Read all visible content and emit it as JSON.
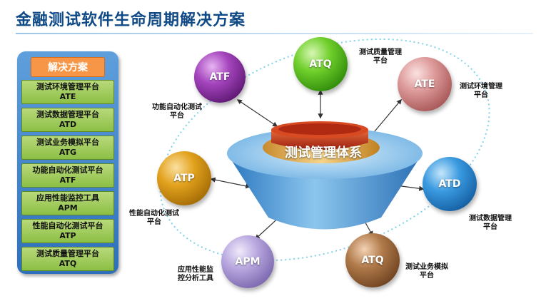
{
  "title": "金融测试软件生命周期解决方案",
  "panel": {
    "header": "解决方案",
    "items": [
      {
        "line1": "测试环境管理平台",
        "line2": "ATE"
      },
      {
        "line1": "测试数据管理平台",
        "line2": "ATD"
      },
      {
        "line1": "测试业务模拟平台",
        "line2": "ATG"
      },
      {
        "line1": "功能自动化测试平台",
        "line2": "ATF"
      },
      {
        "line1": "应用性能监控工具",
        "line2": "APM"
      },
      {
        "line1": "性能自动化测试平台",
        "line2": "ATP"
      },
      {
        "line1": "测试质量管理平台",
        "line2": "ATQ"
      }
    ]
  },
  "core": {
    "label": "测试管理体系"
  },
  "nodes": {
    "atf": {
      "abbr": "ATF",
      "cap1": "功能自动化测试",
      "cap2": "平台",
      "color": "#8a2a9e"
    },
    "atq_top": {
      "abbr": "ATQ",
      "cap1": "测试质量管理",
      "cap2": "平台",
      "color": "#4caa1e"
    },
    "ate": {
      "abbr": "ATE",
      "cap1": "测试环境管理",
      "cap2": "平台",
      "color": "#c96f6f"
    },
    "atp": {
      "abbr": "ATP",
      "cap1": "性能自动化测试",
      "cap2": "平台",
      "color": "#d18c06"
    },
    "atd": {
      "abbr": "ATD",
      "cap1": "测试数据管理",
      "cap2": "平台",
      "color": "#1f7fc6"
    },
    "apm": {
      "abbr": "APM",
      "cap1": "应用性能监",
      "cap2": "控分析工具",
      "color": "#9a86c8"
    },
    "atq_bottom": {
      "abbr": "ATQ",
      "cap1": "测试业务模拟",
      "cap2": "平台",
      "color": "#8a5a32"
    }
  }
}
